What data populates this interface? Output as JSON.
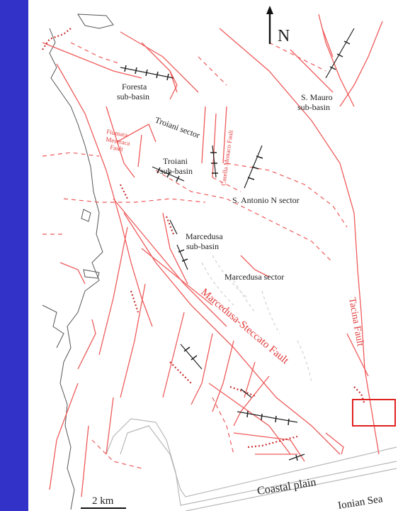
{
  "colors": {
    "left_bar": "#3232c8",
    "fault": "#ef5a5a",
    "coast": "#555555",
    "gray_line": "#bdbdbd",
    "label": "#222222",
    "fault_label": "#e23a3a",
    "highlight_box": "#e02020"
  },
  "north": {
    "label": "N"
  },
  "scale_bar": {
    "label": "2 km"
  },
  "labels": {
    "foresta": [
      "Foresta",
      "sub-basin"
    ],
    "s_mauro": [
      "S. Mauro",
      "sub-basin"
    ],
    "troiani_sector": "Troiani sector",
    "troiani_basin": [
      "Troiani",
      "sub-basin"
    ],
    "s_antonio": "S. Antonio N sector",
    "marcedusa_basin": [
      "Marcedusa",
      "sub-basin"
    ],
    "marcedusa_sector": "Marcedusa sector",
    "coastal_plain": "Coastal plain",
    "ionian_sea": "Ionian Sea"
  },
  "fault_labels": {
    "fiumara": [
      "Fiumara",
      "Meseraca",
      "Fault"
    ],
    "casella": "Casella Monaco Fault",
    "marcedusa_steccato": "Marcedusa-Steccato Fault",
    "tacina": "Tacina Fault"
  }
}
